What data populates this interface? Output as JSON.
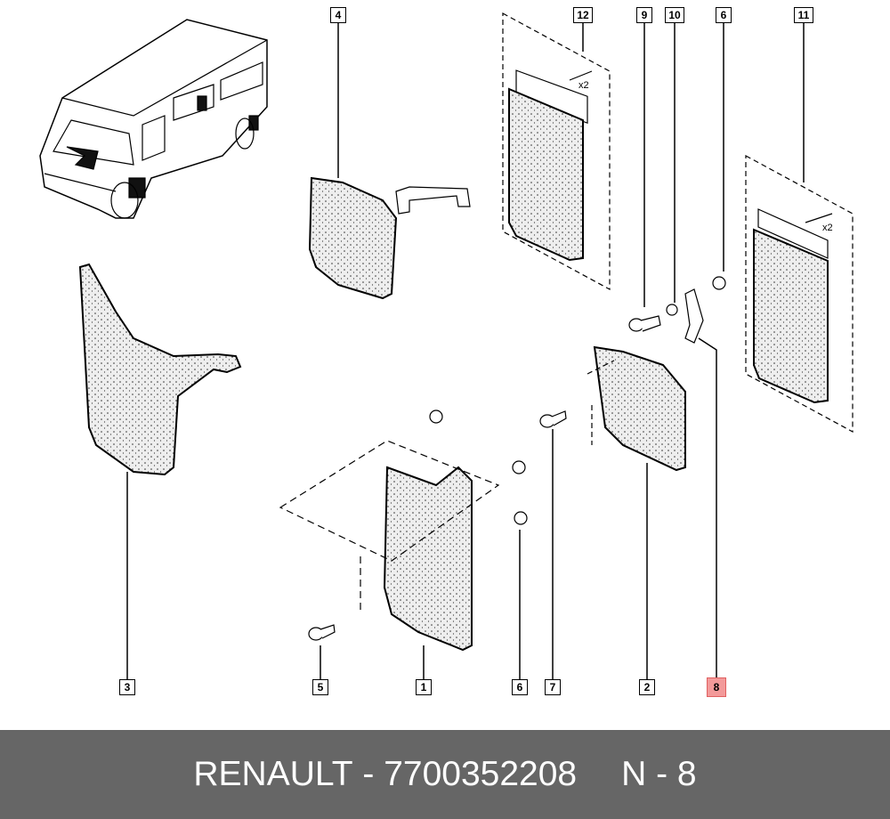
{
  "callouts": {
    "top": [
      "4",
      "12",
      "9",
      "10",
      "6",
      "11"
    ],
    "bottom": [
      "3",
      "5",
      "1",
      "6",
      "7",
      "2",
      "8"
    ]
  },
  "quantity_notes": [
    "x2",
    "x2"
  ],
  "footer": {
    "brand": "RENAULT",
    "separator": " - ",
    "part_number": "7700352208",
    "position_label": "N - 8"
  },
  "colors": {
    "highlight": "#f39a9a",
    "footer_bg": "#666666"
  }
}
